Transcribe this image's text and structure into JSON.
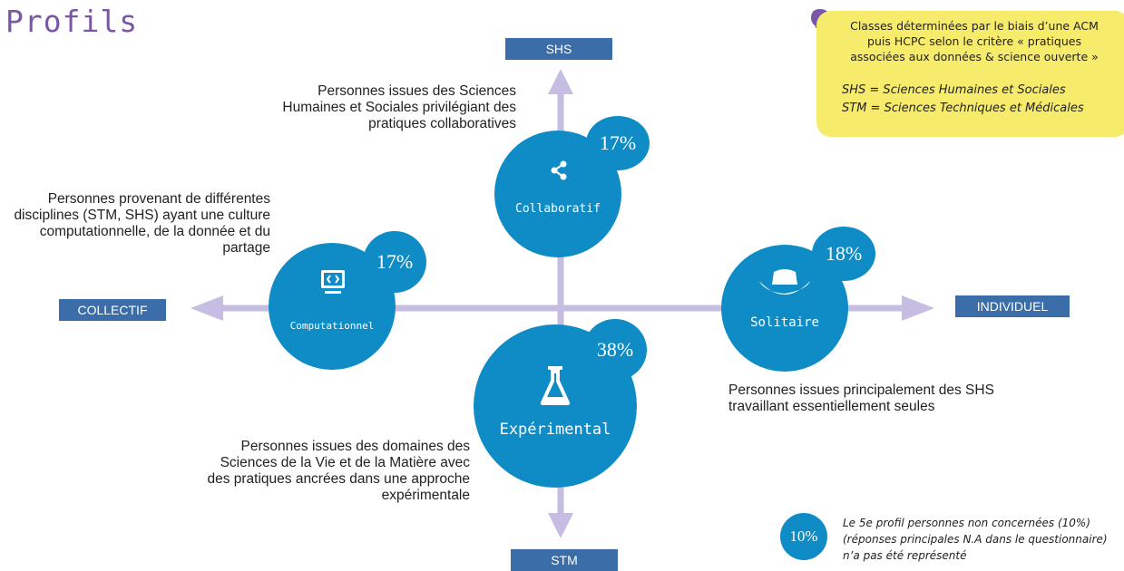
{
  "title": "Profils",
  "axes": {
    "top": "SHS",
    "bottom": "STM",
    "left": "COLLECTIF",
    "right": "INDIVIDUEL"
  },
  "profiles": [
    {
      "name": "Collaboratif",
      "percent": "17%",
      "icon": "share-icon",
      "description": "Personnes issues des Sciences Humaines et Sociales privilégiant des pratiques collaboratives"
    },
    {
      "name": "Computationnel",
      "percent": "17%",
      "icon": "code-icon",
      "description": "Personnes provenant de différentes disciplines (STM, SHS) ayant une culture computationnelle, de la donnée et du partage"
    },
    {
      "name": "Solitaire",
      "percent": "18%",
      "icon": "hat-icon",
      "description": "Personnes issues principalement des SHS travaillant essentiellement seules"
    },
    {
      "name": "Expérimental",
      "percent": "38%",
      "icon": "flask-icon",
      "description": "Personnes issues des domaines des Sciences de la Vie et de la Matière avec des pratiques ancrées dans une approche expérimentale"
    }
  ],
  "note": {
    "icon": "lightbulb-icon",
    "text": "Classes déterminées par le biais d’une ACM puis HCPC selon le critère « pratiques associées aux données & science ouverte »",
    "shs": "SHS = Sciences Humaines et Sociales",
    "stm": "STM = Sciences Techniques et Médicales"
  },
  "footnote": {
    "percent": "10%",
    "text": "Le 5e profil personnes non concernées (10%) (réponses principales N.A dans le questionnaire) n’a pas été représenté"
  },
  "colors": {
    "circle": "#0f8cc6",
    "axis_label": "#3b6ea8",
    "axis_line": "#c6bde2",
    "note_bg": "#f7eb6b",
    "title": "#7a56a6"
  }
}
